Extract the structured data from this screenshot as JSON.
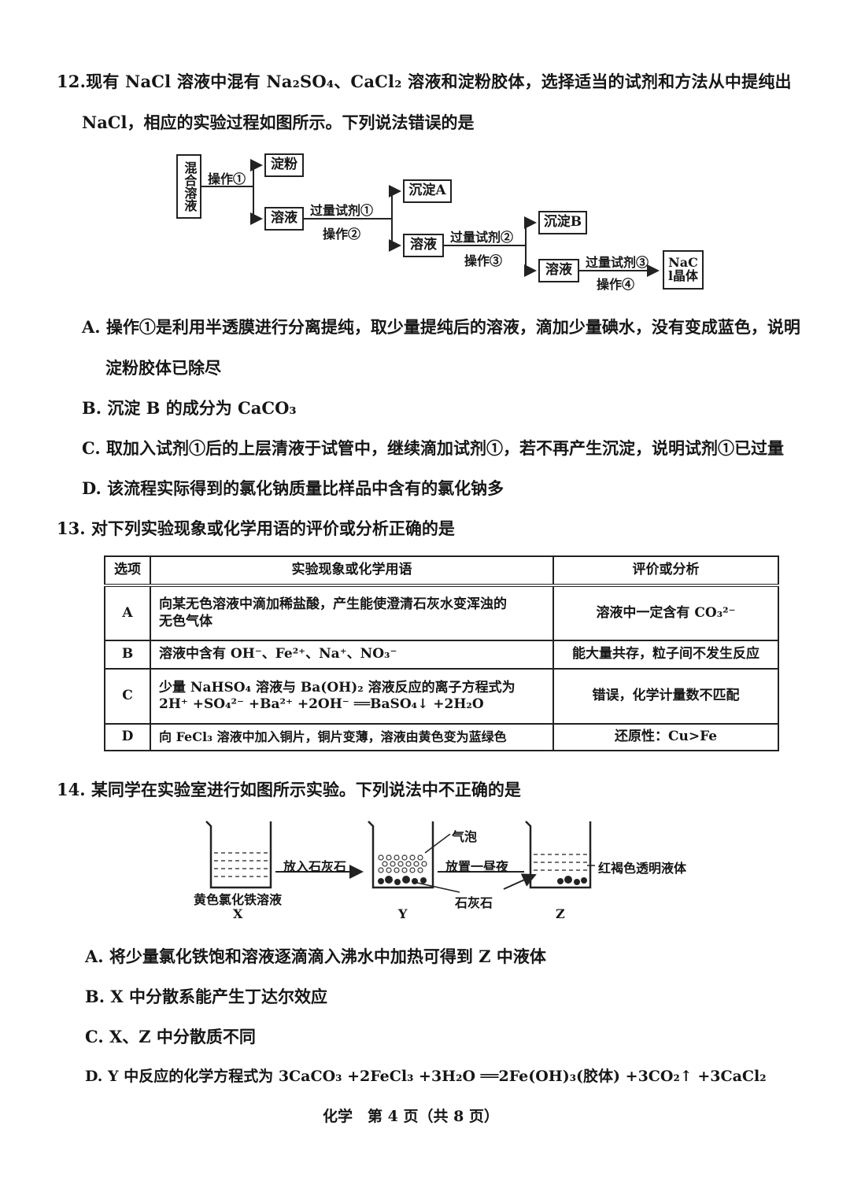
{
  "q12": {
    "stem_line1": "12.现有 NaCl 溶液中混有 Na₂SO₄、CaCl₂ 溶液和淀粉胶体，选择适当的试剂和方法从中提纯出",
    "stem_line2": "NaCl，相应的实验过程如图所示。下列说法错误的是",
    "flow": {
      "start": "混合溶液",
      "op1": "操作①",
      "starch": "淀粉",
      "solution": "溶液",
      "reagent1": "过量试剂①",
      "op2": "操作②",
      "precipA": "沉淀A",
      "reagent2": "过量试剂②",
      "op3": "操作③",
      "precipB": "沉淀B",
      "reagent3": "过量试剂③",
      "op4": "操作④",
      "product": "NaCl晶体"
    },
    "options": {
      "A_line1": "A. 操作①是利用半透膜进行分离提纯，取少量提纯后的溶液，滴加少量碘水，没有变成蓝色，说明",
      "A_line2": "淀粉胶体已除尽",
      "B": "B. 沉淀 B 的成分为 CaCO₃",
      "C": "C. 取加入试剂①后的上层清液于试管中，继续滴加试剂①，若不再产生沉淀，说明试剂①已过量",
      "D": "D. 该流程实际得到的氯化钠质量比样品中含有的氯化钠多"
    }
  },
  "q13": {
    "stem": "13. 对下列实验现象或化学用语的评价或分析正确的是",
    "table": {
      "headers": [
        "选项",
        "实验现象或化学用语",
        "评价或分析"
      ],
      "rows": [
        {
          "opt": "A",
          "phen_line1": "向某无色溶液中滴加稀盐酸，产生能使澄清石灰水变浑浊的",
          "phen_line2": "无色气体",
          "eval": "溶液中一定含有 CO₃²⁻"
        },
        {
          "opt": "B",
          "phen_line1": "溶液中含有 OH⁻、Fe²⁺、Na⁺、NO₃⁻",
          "phen_line2": "",
          "eval": "能大量共存，粒子间不发生反应"
        },
        {
          "opt": "C",
          "phen_line1": "少量 NaHSO₄ 溶液与 Ba(OH)₂ 溶液反应的离子方程式为",
          "phen_line2": "2H⁺ +SO₄²⁻ +Ba²⁺ +2OH⁻ ══BaSO₄↓ +2H₂O",
          "eval": "错误，化学计量数不匹配"
        },
        {
          "opt": "D",
          "phen_line1": "向 FeCl₃ 溶液中加入铜片，铜片变薄，溶液由黄色变为蓝绿色",
          "phen_line2": "",
          "eval": "还原性：Cu>Fe"
        }
      ]
    }
  },
  "q14": {
    "stem": "14. 某同学在实验室进行如图所示实验。下列说法中不正确的是",
    "figure": {
      "arrow1": "放入石灰石",
      "arrow2": "放置一昼夜",
      "bubble": "气泡",
      "limestone": "石灰石",
      "x_desc": "黄色氯化铁溶液",
      "z_desc": "红褐色透明液体",
      "x": "X",
      "y": "Y",
      "z": "Z"
    },
    "options": {
      "A": "A. 将少量氯化铁饱和溶液逐滴滴入沸水中加热可得到 Z 中液体",
      "B": "B. X 中分散系能产生丁达尔效应",
      "C": "C. X、Z 中分散质不同",
      "D": "D. Y 中反应的化学方程式为 3CaCO₃ +2FeCl₃ +3H₂O ══2Fe(OH)₃(胶体) +3CO₂↑ +3CaCl₂"
    }
  },
  "footer": "化学　第 4 页（共 8 页）"
}
